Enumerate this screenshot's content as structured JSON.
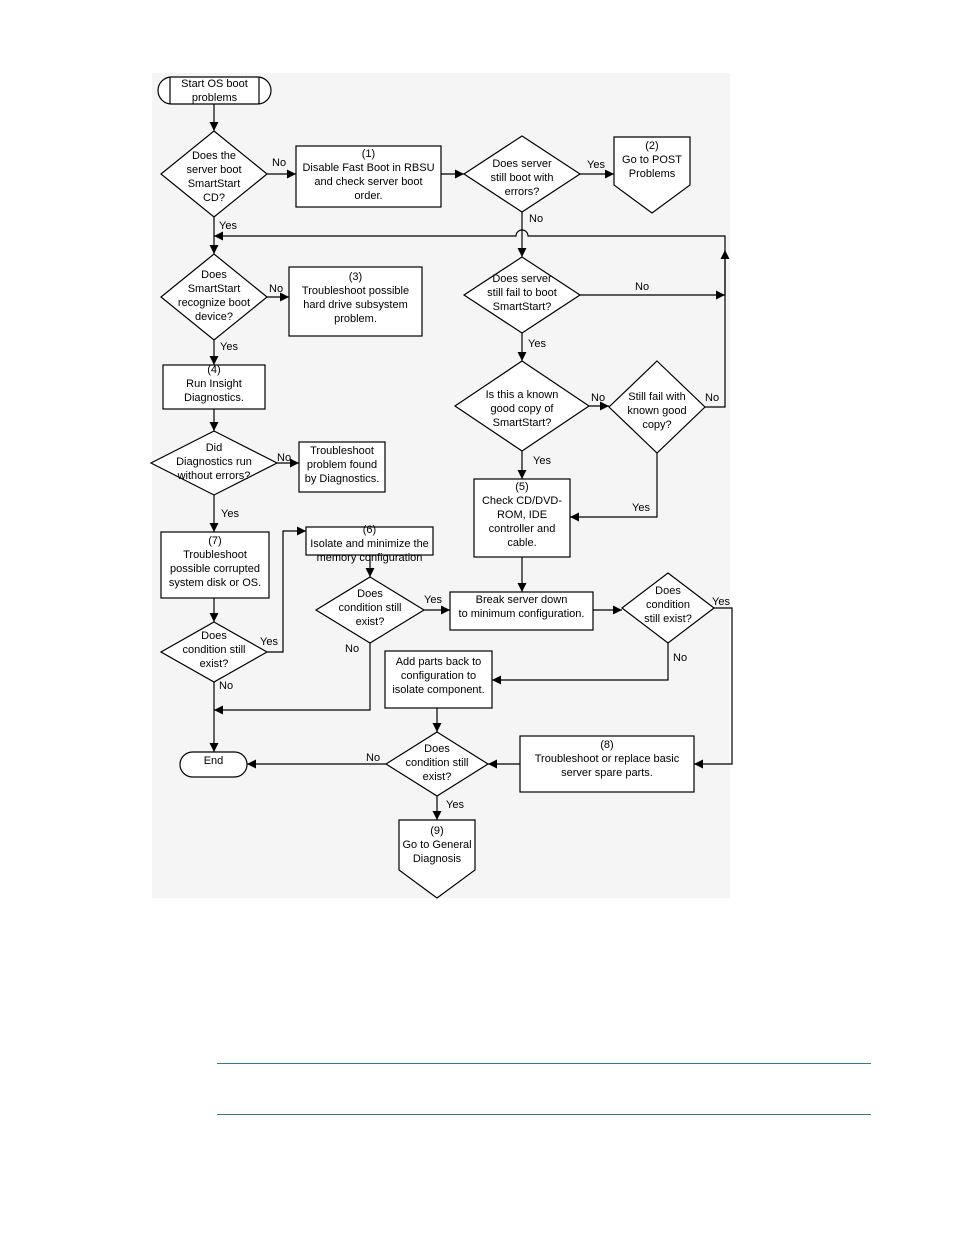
{
  "nodes": {
    "start": [
      "Start OS boot",
      "problems"
    ],
    "q_boot_cd": [
      "Does the",
      "server boot",
      "SmartStart",
      "CD?"
    ],
    "step1": [
      "(1)",
      "Disable Fast Boot in RBSU",
      "and check server boot",
      "order."
    ],
    "q_boot_errors": [
      "Does server",
      "still boot with",
      "errors?"
    ],
    "step2": [
      "(2)",
      "Go to POST",
      "Problems"
    ],
    "q_recognize": [
      "Does",
      "SmartStart",
      "recognize boot",
      "device?"
    ],
    "step3": [
      "(3)",
      "Troubleshoot possible",
      "hard drive subsystem",
      "problem."
    ],
    "q_fail_boot": [
      "Does server",
      "still fail to boot",
      "SmartStart?"
    ],
    "step4": [
      "(4)",
      "Run Insight",
      "Diagnostics."
    ],
    "q_known_copy": [
      "Is this a known",
      "good copy of",
      "SmartStart?"
    ],
    "q_still_fail": [
      "Still fail with",
      "known good",
      "copy?"
    ],
    "q_diag_errors": [
      "Did",
      "Diagnostics run",
      "without errors?"
    ],
    "troubleshoot_diag": [
      "Troubleshoot",
      "problem found",
      "by Diagnostics."
    ],
    "step5": [
      "(5)",
      "Check CD/DVD-",
      "ROM, IDE",
      "controller and",
      "cable."
    ],
    "step6": [
      "(6)",
      "Isolate and minimize the",
      "memory configuration"
    ],
    "step7": [
      "(7)",
      "Troubleshoot",
      "possible corrupted",
      "system disk or OS."
    ],
    "q_cond_6": [
      "Does",
      "condition still",
      "exist?"
    ],
    "break_down": [
      "Break server down",
      "to minimum configuration."
    ],
    "q_cond_break": [
      "Does",
      "condition",
      "still exist?"
    ],
    "q_cond_7": [
      "Does",
      "condition still",
      "exist?"
    ],
    "add_parts": [
      "Add parts back to",
      "configuration to",
      "isolate component."
    ],
    "end": [
      "End"
    ],
    "q_cond_final": [
      "Does",
      "condition still",
      "exist?"
    ],
    "step8": [
      "(8)",
      "Troubleshoot or replace basic",
      "server spare parts."
    ],
    "step9": [
      "(9)",
      "Go to General",
      "Diagnosis"
    ]
  },
  "labels": {
    "yes": "Yes",
    "no": "No"
  },
  "edges": [
    {
      "from": "start",
      "to": "q_boot_cd"
    },
    {
      "from": "q_boot_cd",
      "to": "step1",
      "label": "no"
    },
    {
      "from": "q_boot_cd",
      "to": "q_recognize",
      "label": "yes"
    },
    {
      "from": "step1",
      "to": "q_boot_errors"
    },
    {
      "from": "q_boot_errors",
      "to": "step2",
      "label": "yes"
    },
    {
      "from": "q_boot_errors",
      "to": "q_recognize",
      "label": "no"
    },
    {
      "from": "q_recognize",
      "to": "step3",
      "label": "no"
    },
    {
      "from": "q_recognize",
      "to": "step4",
      "label": "yes"
    },
    {
      "from": "q_fail_boot",
      "to": "q_recognize",
      "label": "no"
    },
    {
      "from": "q_fail_boot",
      "to": "q_known_copy",
      "label": "yes"
    },
    {
      "from": "q_known_copy",
      "to": "q_still_fail",
      "label": "no"
    },
    {
      "from": "q_known_copy",
      "to": "step5",
      "label": "yes"
    },
    {
      "from": "q_still_fail",
      "to": "q_recognize",
      "label": "no"
    },
    {
      "from": "q_still_fail",
      "to": "step5",
      "label": "yes"
    },
    {
      "from": "step4",
      "to": "q_diag_errors"
    },
    {
      "from": "q_diag_errors",
      "to": "troubleshoot_diag",
      "label": "no"
    },
    {
      "from": "q_diag_errors",
      "to": "step7",
      "label": "yes"
    },
    {
      "from": "step7",
      "to": "q_cond_7"
    },
    {
      "from": "q_cond_7",
      "to": "step6",
      "label": "yes"
    },
    {
      "from": "q_cond_7",
      "to": "end",
      "label": "no"
    },
    {
      "from": "step6",
      "to": "q_cond_6"
    },
    {
      "from": "q_cond_6",
      "to": "break_down",
      "label": "yes"
    },
    {
      "from": "q_cond_6",
      "to": "end",
      "label": "no"
    },
    {
      "from": "step5",
      "to": "break_down"
    },
    {
      "from": "break_down",
      "to": "q_cond_break"
    },
    {
      "from": "q_cond_break",
      "to": "add_parts",
      "label": "no"
    },
    {
      "from": "q_cond_break",
      "to": "step8",
      "label": "yes"
    },
    {
      "from": "add_parts",
      "to": "q_cond_final"
    },
    {
      "from": "step8",
      "to": "q_cond_final"
    },
    {
      "from": "q_cond_final",
      "to": "end",
      "label": "no"
    },
    {
      "from": "q_cond_final",
      "to": "step9",
      "label": "yes"
    }
  ]
}
